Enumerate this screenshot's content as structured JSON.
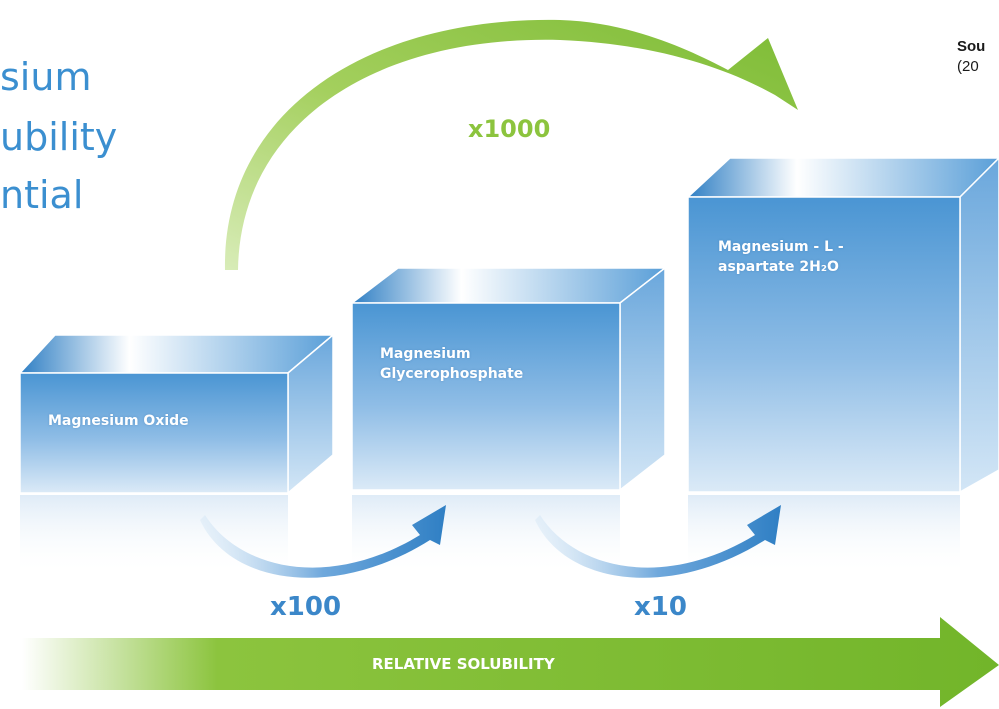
{
  "title_lines": [
    "sium",
    "ubility",
    "ntial"
  ],
  "source": {
    "line1": "Sou",
    "line2": "(20"
  },
  "boxes": [
    {
      "label_lines": [
        "Magnesium Oxide"
      ]
    },
    {
      "label_lines": [
        "Magnesium",
        "Glycerophosphate"
      ]
    },
    {
      "label_lines": [
        "Magnesium - L -",
        "aspartate 2H₂O"
      ]
    }
  ],
  "multipliers": {
    "big": "x1000",
    "first": "x100",
    "second": "x10"
  },
  "axis_label": "RELATIVE SOLUBILITY",
  "colors": {
    "title": "#3b8fd0",
    "box_front_top": "#4a95d3",
    "box_front_bottom": "#d6e8f6",
    "green": "#8cc43e",
    "blue_arrow": "#3b87c9",
    "text_dark": "#1a1a1a"
  }
}
